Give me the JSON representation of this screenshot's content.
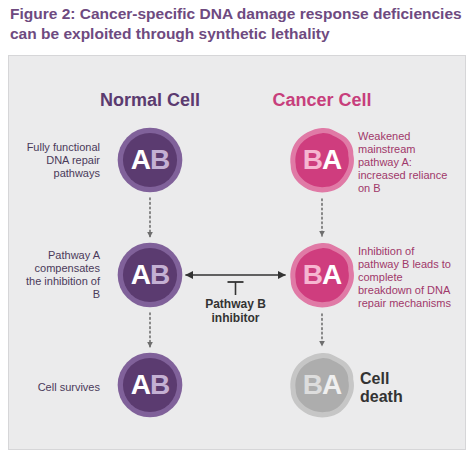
{
  "diagram": {
    "title": "Figure 2: Cancer-specific DNA damage response deficiencies can be exploited through synthetic lethality",
    "nodes": [
      {
        "text": [
          "AB"
        ]
      },
      {
        "text": [
          "BA"
        ]
      },
      {
        "text": [
          "AB"
        ]
      },
      {
        "text": [
          "BA"
        ]
      },
      {
        "text": [
          "AB"
        ]
      },
      {
        "text": [
          "BA"
        ]
      }
    ],
    "edges": [
      {
        "from": 0,
        "to": 2,
        "arrow": "to"
      },
      {
        "from": 2,
        "to": 4,
        "arrow": "to"
      },
      {
        "from": 1,
        "to": 3,
        "arrow": "to"
      },
      {
        "from": 3,
        "to": 5,
        "arrow": "to"
      },
      {
        "from": 2,
        "to": 3,
        "label": "Pathway B inhibitor",
        "arrow": "both"
      }
    ],
    "labels": [
      "Normal Cell",
      "Cancer Cell",
      "Fully functional DNA repair pathways",
      "Weakened mainstream pathway A: increased reliance on B",
      "Pathway A compensates the inhibition of B",
      "Inhibition of pathway B leads to complete breakdown of DNA repair mechanisms",
      "Cell survives",
      "Cell death"
    ]
  }
}
